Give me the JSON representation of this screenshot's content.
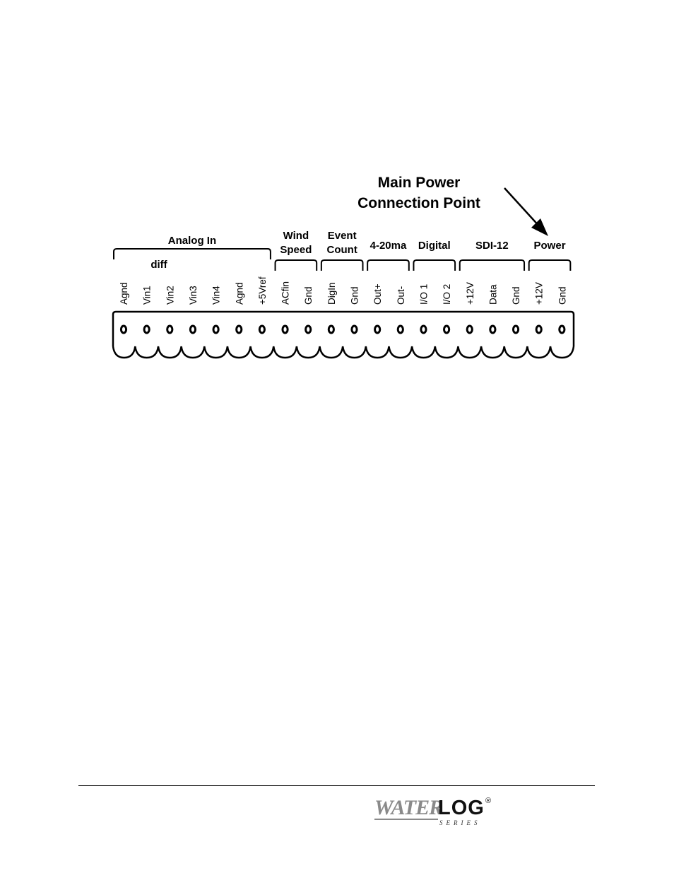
{
  "callout": {
    "line1": "Main Power",
    "line2": "Connection Point"
  },
  "groups": [
    {
      "label": [
        "Analog In"
      ],
      "sub": "diff",
      "pins": [
        "Agnd",
        "Vin1",
        "Vin2",
        "Vin3",
        "Vin4",
        "Agnd",
        "+5Vref"
      ]
    },
    {
      "label": [
        "Wind",
        "Speed"
      ],
      "pins": [
        "ACfin",
        "Gnd"
      ]
    },
    {
      "label": [
        "Event",
        "Count"
      ],
      "pins": [
        "DigIn",
        "Gnd"
      ]
    },
    {
      "label": [
        "4-20ma"
      ],
      "pins": [
        "Out+",
        "Out-"
      ]
    },
    {
      "label": [
        "Digital"
      ],
      "pins": [
        "I/O 1",
        "I/O 2"
      ]
    },
    {
      "label": [
        "SDI-12"
      ],
      "pins": [
        "+12V",
        "Data",
        "Gnd"
      ]
    },
    {
      "label": [
        "Power"
      ],
      "pins": [
        "+12V",
        "Gnd"
      ]
    }
  ],
  "footer": {
    "logo_word1": "WATER",
    "logo_word2": "LOG",
    "logo_reg": "®",
    "logo_series": "SERIES"
  },
  "colors": {
    "ink": "#000000",
    "logo_gray": "#8a8a8a"
  }
}
